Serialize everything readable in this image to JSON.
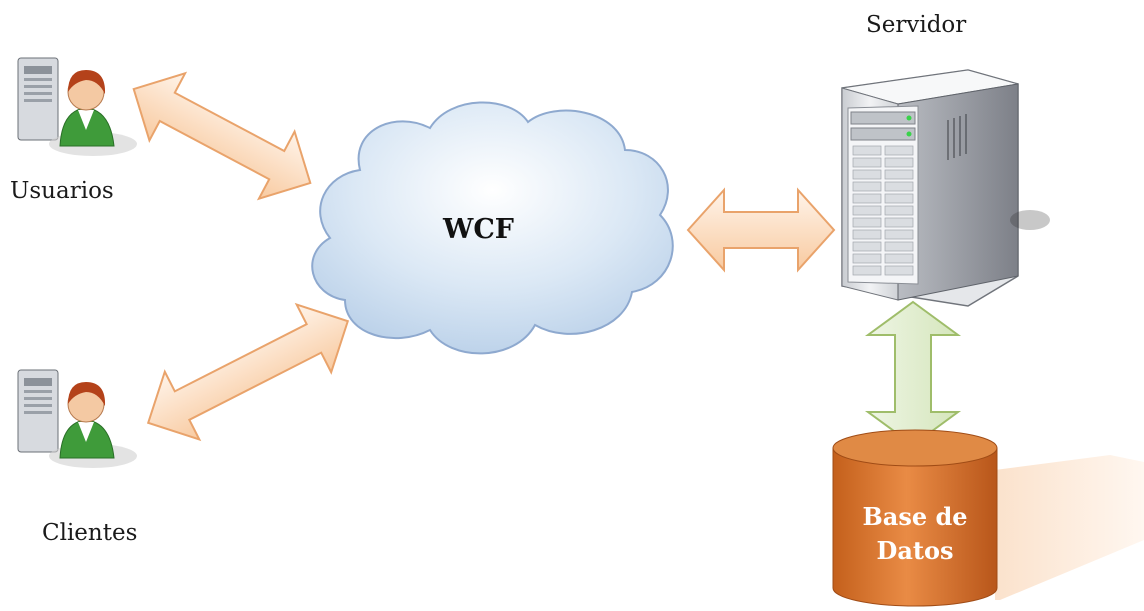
{
  "labels": {
    "usuarios": "Usuarios",
    "clientes": "Clientes",
    "servidor": "Servidor",
    "wcf": "WCF",
    "database_line1": "Base de",
    "database_line2": "Datos"
  },
  "icons": {
    "user_workstation": "user-workstation-icon",
    "server": "server-tower-icon",
    "database": "database-cylinder-icon",
    "cloud": "cloud-shape"
  },
  "colors": {
    "cloud_fill": "#cfe0f1",
    "cloud_stroke": "#8ea9cf",
    "peach_arrow_fill": "#fbe0c8",
    "peach_arrow_stroke": "#e9a36b",
    "green_arrow_fill": "#e4eed3",
    "green_arrow_stroke": "#9fbd6a",
    "database_fill": "#d9752b",
    "database_top": "#e08a45"
  }
}
